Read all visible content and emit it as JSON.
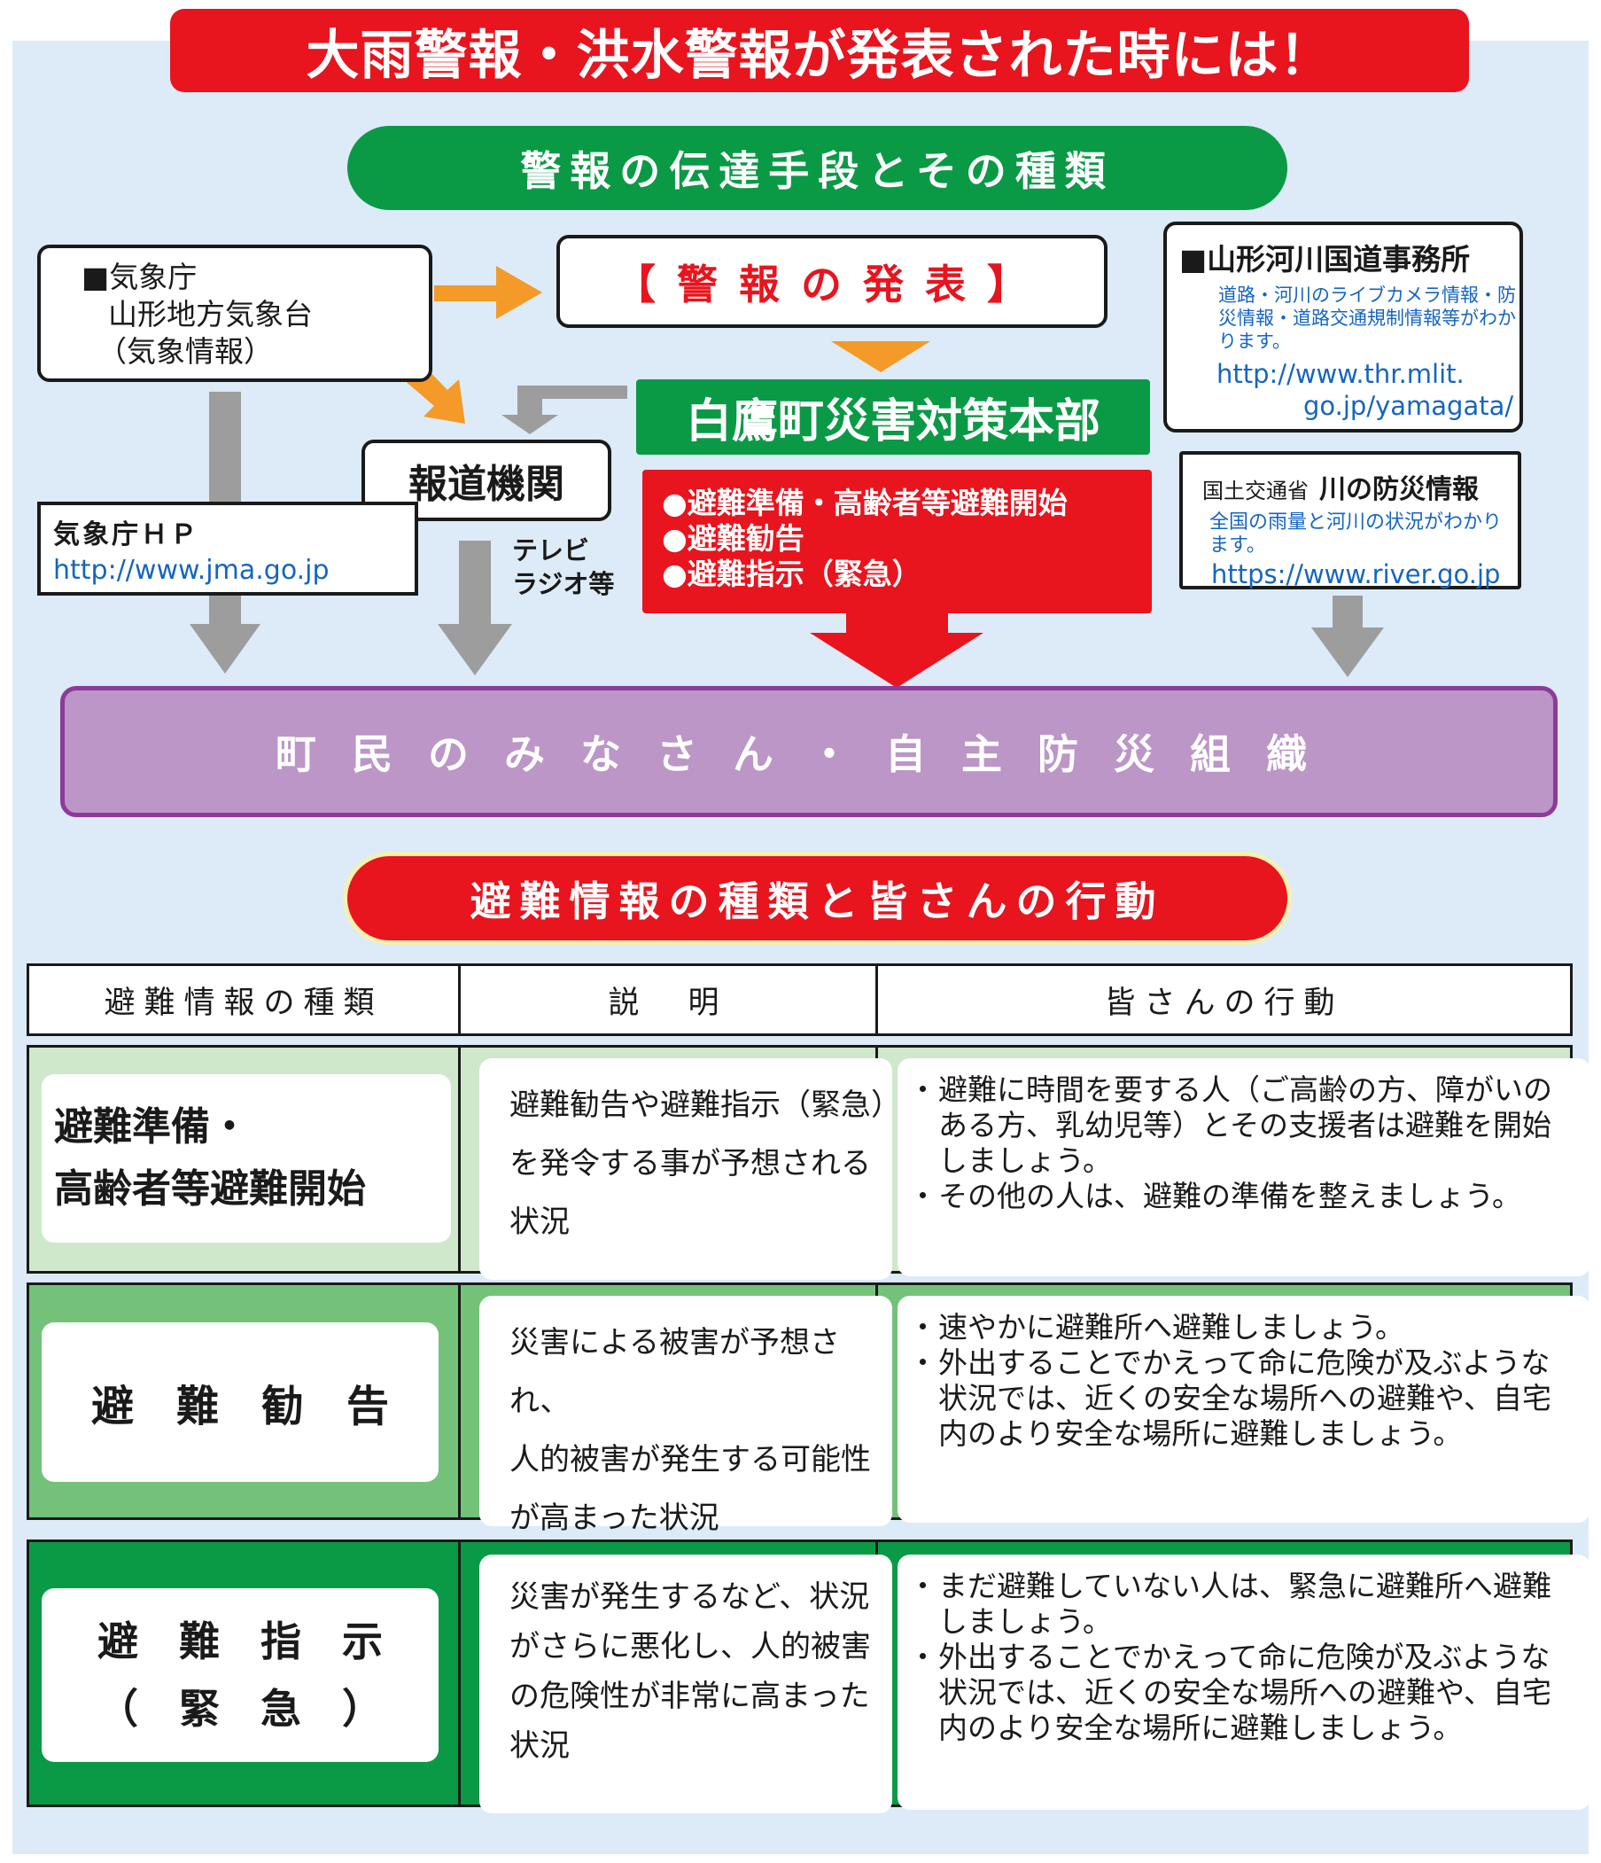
{
  "title": "大雨警報・洪水警報が発表された時には！",
  "section1": "警報の伝達手段とその種類",
  "jma": {
    "mark": "■",
    "line1": "気象庁",
    "line2": "山形地方気象台",
    "line3": "（気象情報）"
  },
  "release": "【警報の発表】",
  "mlit": {
    "heading": "■山形河川国道事務所",
    "desc": "道路・河川のライブカメラ情報・防災情報・道路交通規制情報等がわかります。",
    "url1": "http://www.thr.mlit.",
    "url2": "go.jp/yamagata/"
  },
  "press": "報道機関",
  "hq": "白鷹町災害対策本部",
  "alerts": [
    "●避難準備・高齢者等避難開始",
    "●避難勧告",
    "●避難指示（緊急）"
  ],
  "river": {
    "label1": "国土交通省",
    "label2": "川の防災情報",
    "desc": "全国の雨量と河川の状況がわかります。",
    "url": "https://www.river.go.jp"
  },
  "jma_hp": {
    "label": "気象庁ＨＰ",
    "url": "http://www.jma.go.jp"
  },
  "tv": {
    "line1": "テレビ",
    "line2": "ラジオ等"
  },
  "residents": "町民のみなさん・自主防災組織",
  "section2": "避難情報の種類と皆さんの行動",
  "table": {
    "headers": [
      "避難情報の種類",
      "説　明",
      "皆さんの行動"
    ],
    "rows": [
      {
        "name_lines": [
          "避難準備・",
          "高齢者等避難開始"
        ],
        "desc_lines": [
          "避難勧告や避難指示（緊急）",
          "を発令する事が予想される",
          "状況"
        ],
        "actions": [
          "避難に時間を要する人（ご高齢の方、障がいのある方、乳幼児等）とその支援者は避難を開始しましょう。",
          "その他の人は、避難の準備を整えましょう。"
        ],
        "bg": "#cfe8cb"
      },
      {
        "name_lines": [
          "避　難　勧　告"
        ],
        "desc_lines": [
          "災害による被害が予想され、",
          "人的被害が発生する可能性",
          "が高まった状況"
        ],
        "actions": [
          "速やかに避難所へ避難しましょう。",
          "外出することでかえって命に危険が及ぶような状況では、近くの安全な場所への避難や、自宅内のより安全な場所に避難しましょう。"
        ],
        "bg": "#74c27a"
      },
      {
        "name_lines": [
          "避　難　指　示",
          "（　緊　急　）"
        ],
        "desc_lines": [
          "災害が発生するなど、状況",
          "がさらに悪化し、人的被害",
          "の危険性が非常に高まった",
          "状況"
        ],
        "actions": [
          "まだ避難していない人は、緊急に避難所へ避難しましょう。",
          "外出することでかえって命に危険が及ぶような状況では、近くの安全な場所への避難や、自宅内のより安全な場所に避難しましょう。"
        ],
        "bg": "#0a9a46"
      }
    ]
  },
  "colors": {
    "red": "#e8141e",
    "green": "#0a9a46",
    "orange": "#f39a28",
    "gray": "#9d9d9d",
    "purple": "#bb96c6",
    "link": "#1565c0"
  }
}
